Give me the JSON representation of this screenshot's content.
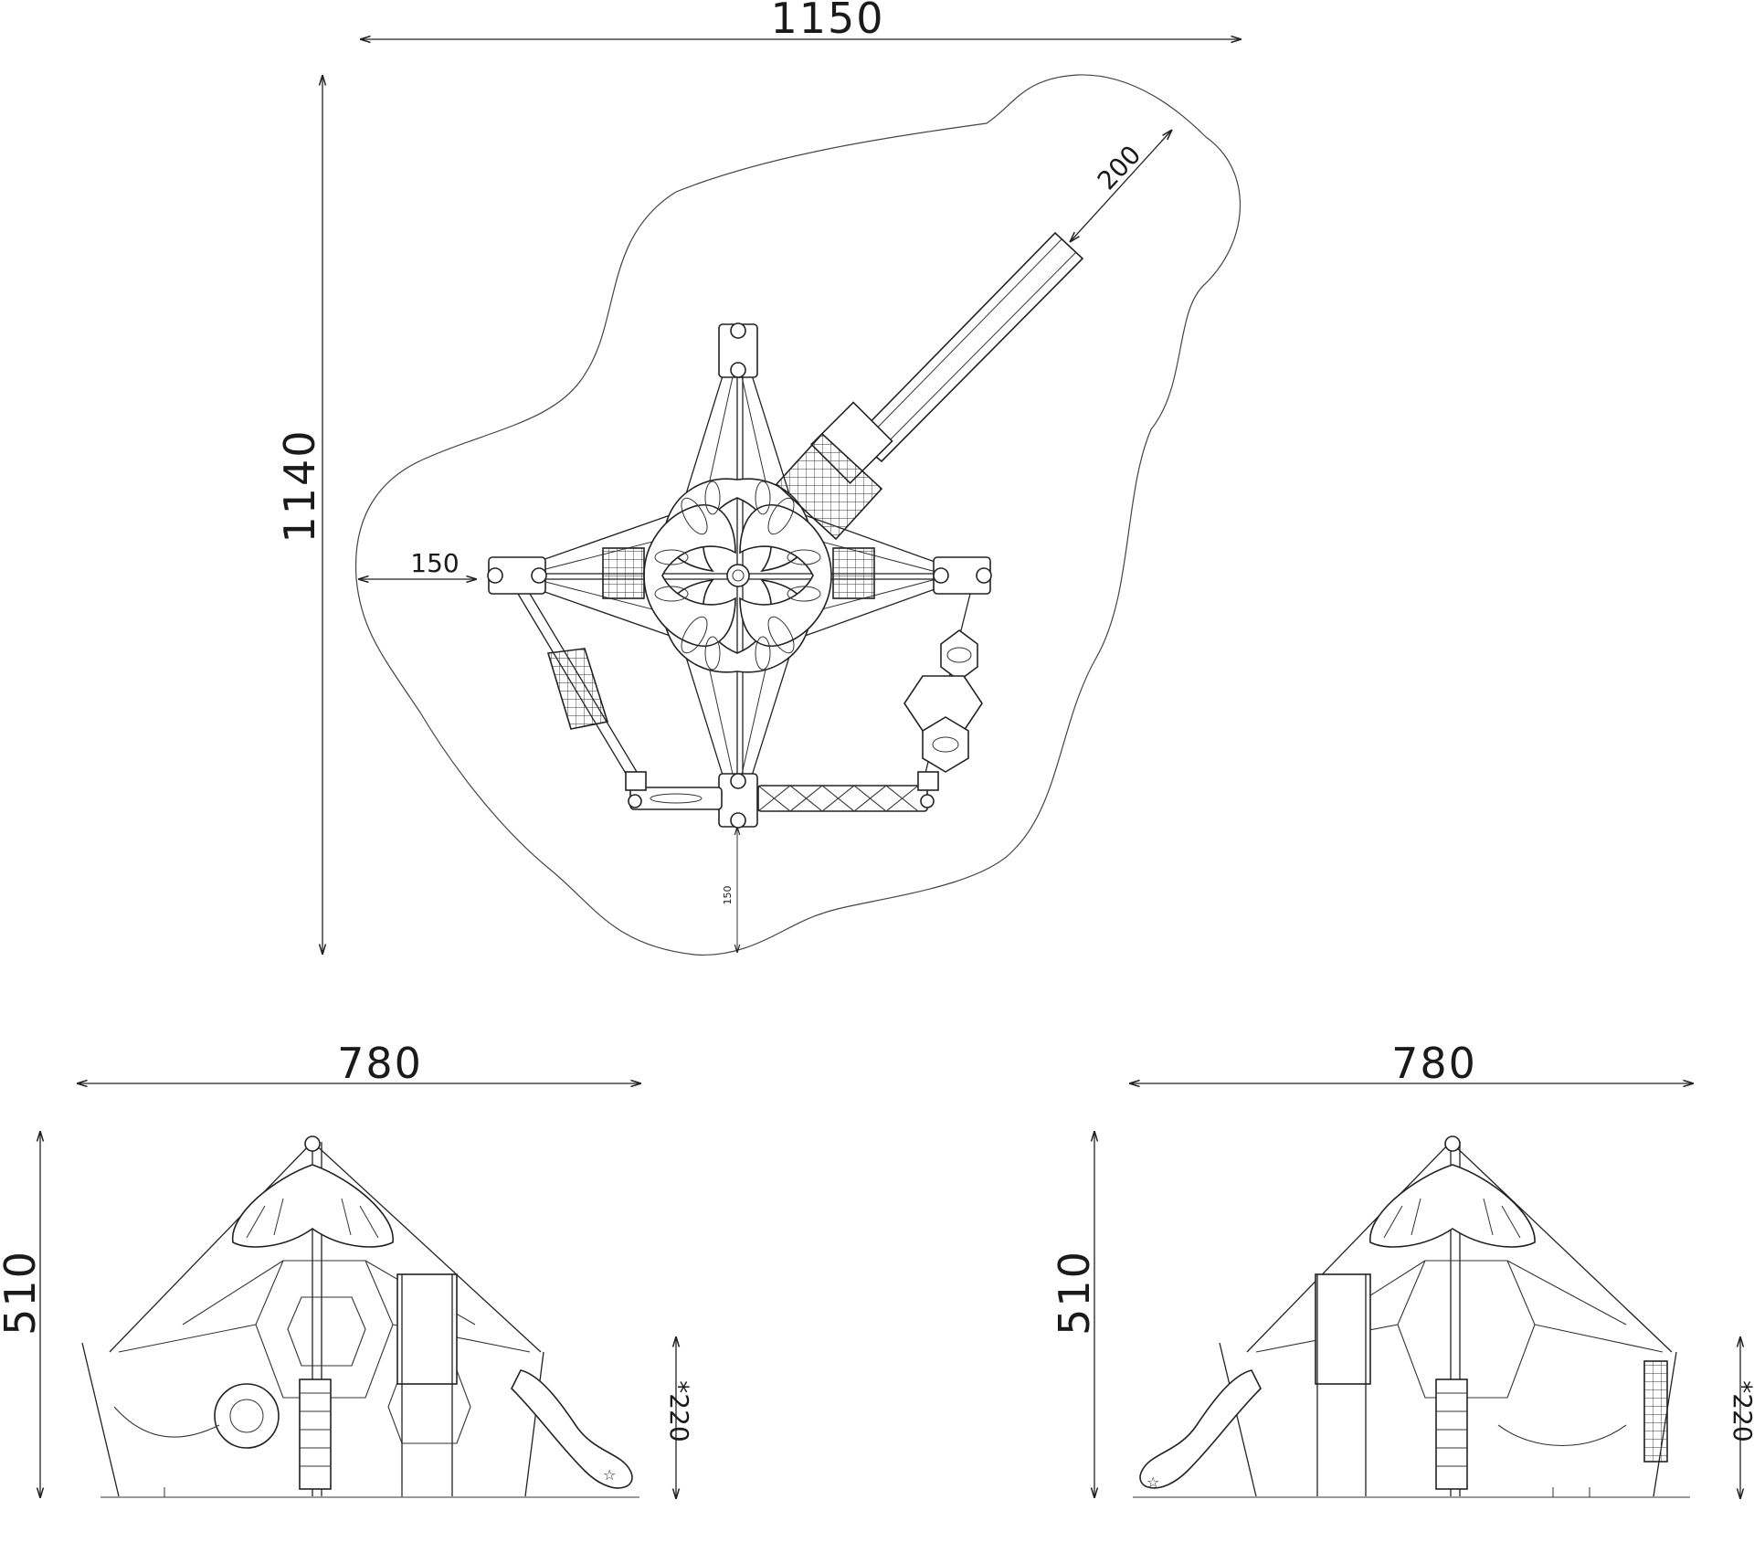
{
  "plan_view": {
    "width_dimension": "1150",
    "height_dimension": "1140",
    "left_clearance": "150",
    "bottom_clearance": "150",
    "slide_clearance": "200"
  },
  "front_elevation": {
    "width_dimension": "780",
    "height_dimension": "510",
    "platform_height": "*220"
  },
  "rear_elevation": {
    "width_dimension": "780",
    "height_dimension": "510",
    "platform_height": "*220"
  }
}
